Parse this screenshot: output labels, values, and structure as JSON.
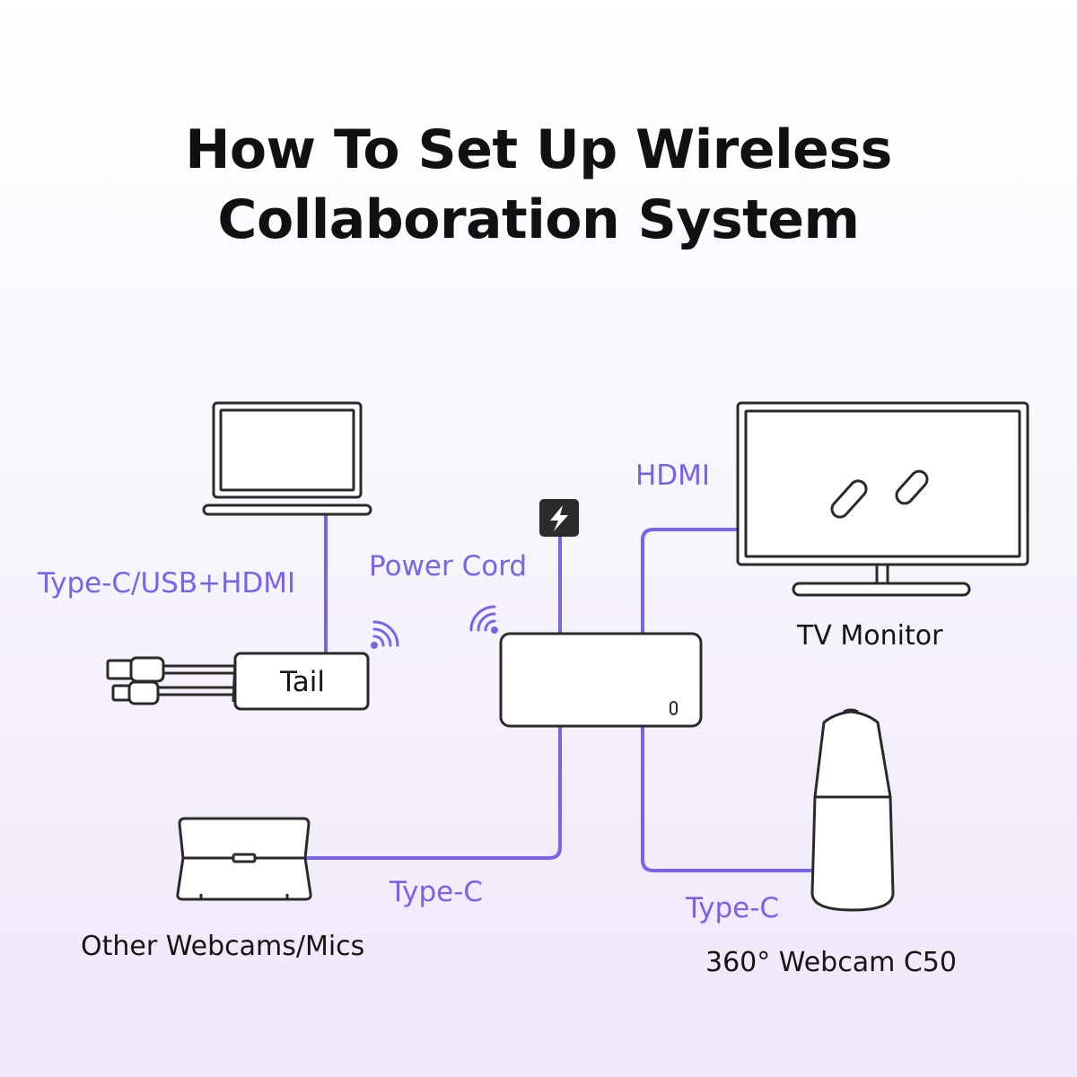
{
  "title": {
    "line1": "How To Set Up Wireless",
    "line2": "Collaboration System"
  },
  "colors": {
    "accent": "#7b63e8",
    "stroke": "#2a2a2a",
    "power_badge": "#2b2b2b"
  },
  "devices": {
    "laptop": {
      "icon": "laptop-icon"
    },
    "tail": {
      "label": "Tail",
      "icon": "usb-dongle-icon"
    },
    "hub": {
      "icon": "hub-box-icon"
    },
    "tv": {
      "label": "TV Monitor",
      "icon": "tv-monitor-icon"
    },
    "webcam_c50": {
      "label": "360° Webcam C50",
      "icon": "cylindrical-webcam-icon"
    },
    "other_webcams": {
      "label": "Other Webcams/Mics",
      "icon": "webcam-device-icon"
    },
    "power": {
      "icon": "lightning-icon"
    }
  },
  "connections": {
    "laptop_tail": "Type-C/USB+HDMI",
    "power": "Power Cord",
    "hub_tv": "HDMI",
    "hub_other": "Type-C",
    "hub_c50": "Type-C"
  }
}
